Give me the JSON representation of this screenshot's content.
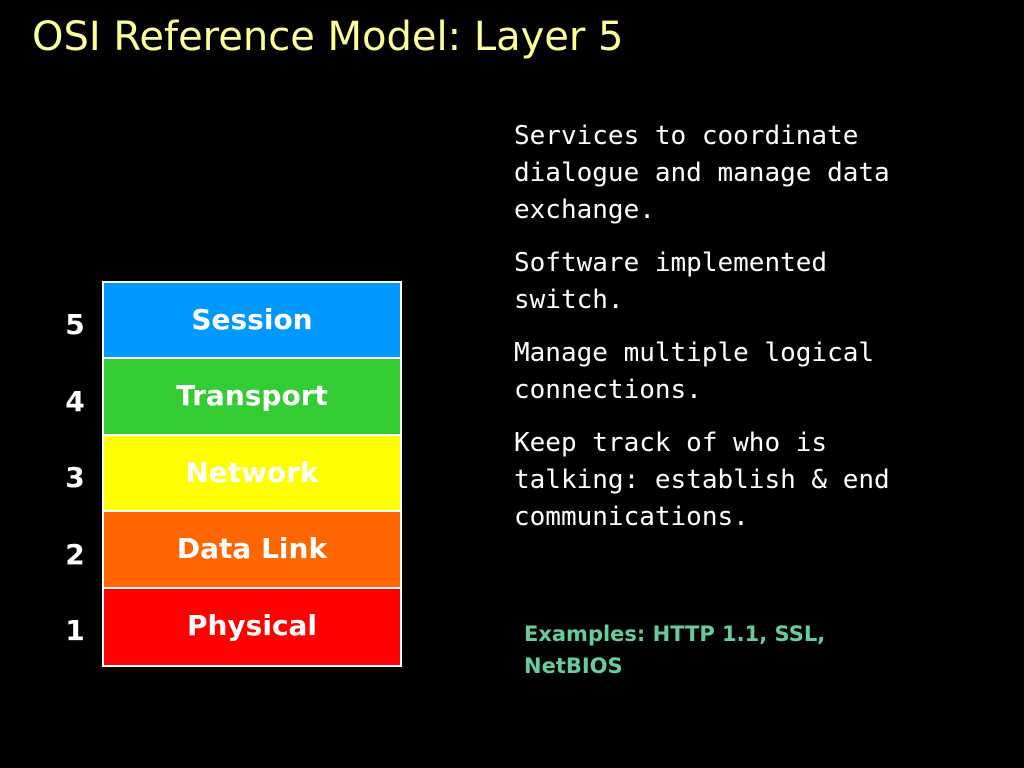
{
  "slide": {
    "title": "OSI Reference Model: Layer 5"
  },
  "layers": [
    {
      "number": "5",
      "name": "Session",
      "color": "#0099ff"
    },
    {
      "number": "4",
      "name": "Transport",
      "color": "#33cc33"
    },
    {
      "number": "3",
      "name": "Network",
      "color": "#ffff00"
    },
    {
      "number": "2",
      "name": "Data Link",
      "color": "#ff6600"
    },
    {
      "number": "1",
      "name": "Physical",
      "color": "#ff0000"
    }
  ],
  "description": [
    "Services to coordinate dialogue and manage data exchange.",
    "Software implemented switch.",
    "Manage multiple logical connections.",
    "Keep track of who is talking: establish & end communications."
  ],
  "examples": "Examples: HTTP 1.1, SSL, NetBIOS",
  "colors": {
    "background": "#000000",
    "title": "#ffff99",
    "examples": "#66cc99"
  }
}
